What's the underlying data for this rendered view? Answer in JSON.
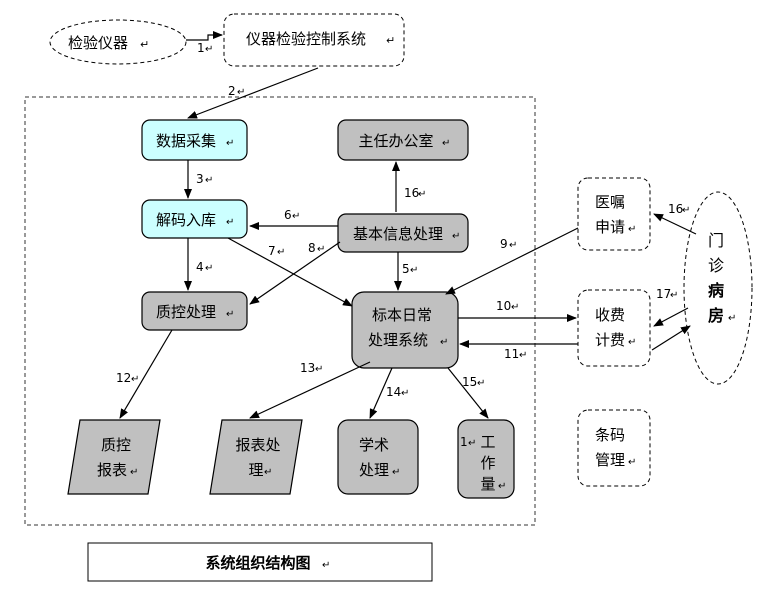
{
  "nodes": {
    "instrument": "检验仪器",
    "control_system": "仪器检验控制系统",
    "data_collection": "数据采集",
    "decode_storage": "解码入库",
    "director_office": "主任办公室",
    "basic_info": "基本信息处理",
    "qc_processing": "质控处理",
    "daily_system_l1": "标本日常",
    "daily_system_l2": "处理系统",
    "qc_report_l1": "质控",
    "qc_report_l2": "报表",
    "report_processing_l1": "报表处",
    "report_processing_l2": "理",
    "academic_l1": "学术",
    "academic_l2": "处理",
    "workload_l1": "工",
    "workload_l2": "作",
    "workload_l3": "量",
    "medical_order_l1": "医嘱",
    "medical_order_l2": "申请",
    "billing_l1": "收费",
    "billing_l2": "计费",
    "barcode_l1": "条码",
    "barcode_l2": "管理",
    "clinic_l1": "门",
    "clinic_l2": "诊",
    "clinic_l3": "病",
    "clinic_l4": "房"
  },
  "edge_labels": {
    "e1": "1",
    "e2": "2",
    "e3": "3",
    "e4": "4",
    "e5": "5",
    "e6": "6",
    "e7": "7",
    "e8": "8",
    "e9": "9",
    "e10": "10",
    "e11": "11",
    "e12": "12",
    "e13": "13",
    "e14": "14",
    "e15": "15",
    "e16a": "16",
    "e16b": "16",
    "e17": "17",
    "stray_1": "1"
  },
  "caption": "系统组织结构图",
  "para_mark": "↵",
  "colors": {
    "cyan_fill": "#ccffff",
    "gray_fill": "#c0c0c0",
    "white_fill": "#ffffff",
    "stroke": "#000000",
    "dash_stroke": "#333333"
  }
}
